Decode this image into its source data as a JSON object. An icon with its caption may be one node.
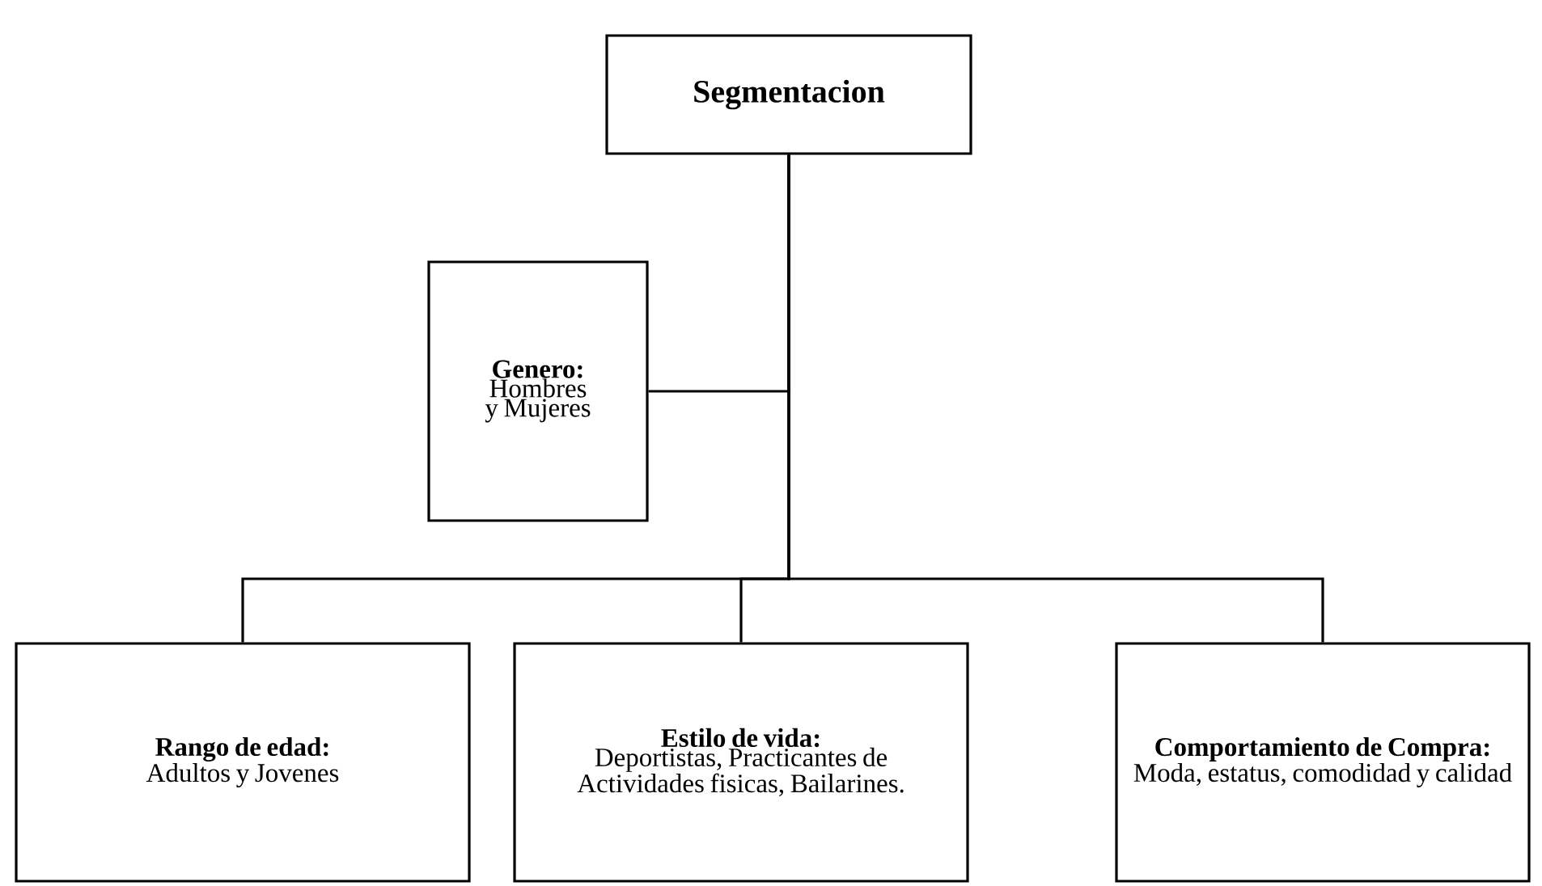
{
  "diagram": {
    "nodes": [
      {
        "text": [
          "Segmentacion"
        ]
      },
      {
        "text": [
          "Genero:",
          "Hombres y Mujeres"
        ]
      },
      {
        "text": [
          "Rango de edad:",
          "Adultos y Jovenes"
        ]
      },
      {
        "text": [
          "Estilo de vida:",
          "Deportistas, Practicantes de Actividades fisicas, Bailarines."
        ]
      },
      {
        "text": [
          "Comportamiento de Compra:",
          "Moda, estatus, comodidad y calidad"
        ]
      }
    ],
    "edges": [
      {
        "from": 0,
        "to": 1,
        "arrow": "none"
      },
      {
        "from": 0,
        "to": 2,
        "arrow": "none"
      },
      {
        "from": 0,
        "to": 3,
        "arrow": "none"
      },
      {
        "from": 0,
        "to": 4,
        "arrow": "none"
      }
    ]
  }
}
